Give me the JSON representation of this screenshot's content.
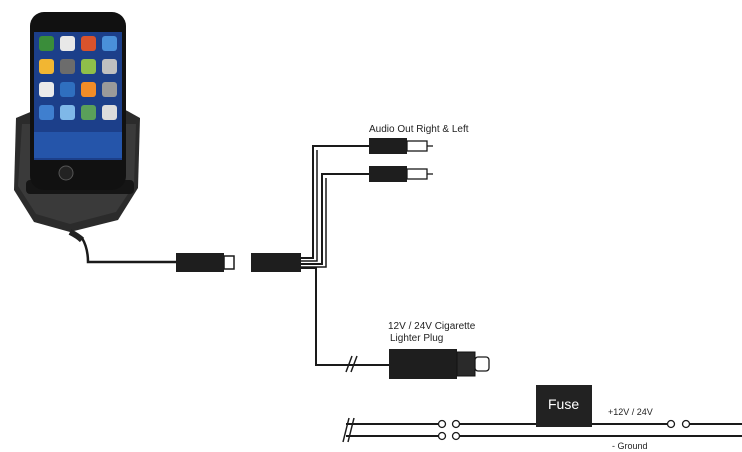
{
  "labels": {
    "audio_out": "Audio Out Right & Left",
    "cig_line1": "12V / 24V Cigarette",
    "cig_line2": "Lighter Plug",
    "fuse": "Fuse",
    "positive": "+12V / 24V",
    "ground": "- Ground"
  },
  "colors": {
    "wire": "#1a1a1a",
    "connector": "#1e1e1e",
    "fuse_box": "#222222",
    "cradle": "#2b2b2b",
    "phone_screen": "#1c3f8a"
  },
  "icons": {
    "phone": "iphone-icon",
    "cradle": "car-cradle-icon"
  }
}
